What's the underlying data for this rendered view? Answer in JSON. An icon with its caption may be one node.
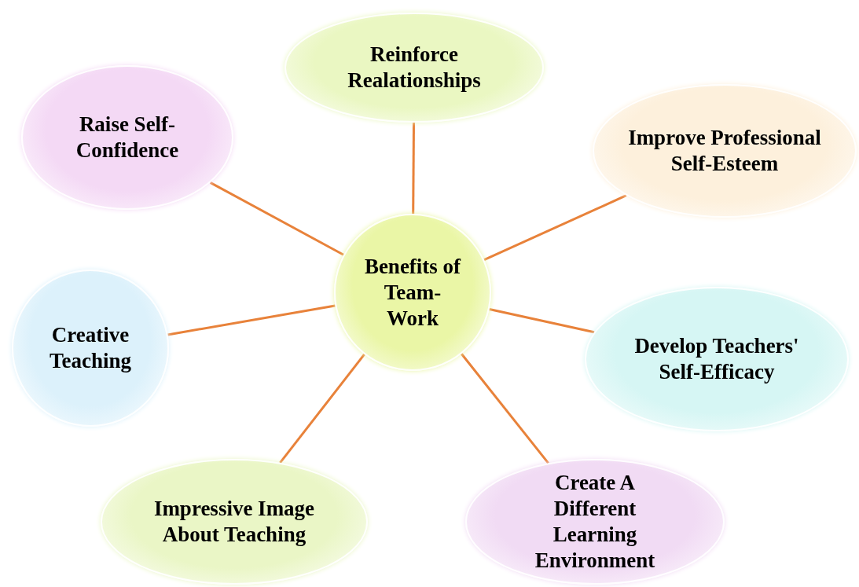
{
  "diagram": {
    "nodes": [
      {
        "text": [
          "Benefits of Team-Work"
        ]
      },
      {
        "text": [
          "Reinforce Realationships"
        ]
      },
      {
        "text": [
          "Improve Professional Self-Esteem"
        ]
      },
      {
        "text": [
          "Develop Teachers' Self-Efficacy"
        ]
      },
      {
        "text": [
          "Create A Different Learning Environment"
        ]
      },
      {
        "text": [
          "Impressive Image About Teaching"
        ]
      },
      {
        "text": [
          "Creative Teaching"
        ]
      },
      {
        "text": [
          "Raise Self-Confidence"
        ]
      }
    ],
    "edges": [
      {
        "from": 0,
        "to": 1,
        "arrow": "none"
      },
      {
        "from": 0,
        "to": 2,
        "arrow": "none"
      },
      {
        "from": 0,
        "to": 3,
        "arrow": "none"
      },
      {
        "from": 0,
        "to": 4,
        "arrow": "none"
      },
      {
        "from": 0,
        "to": 5,
        "arrow": "none"
      },
      {
        "from": 0,
        "to": 6,
        "arrow": "none"
      },
      {
        "from": 0,
        "to": 7,
        "arrow": "none"
      }
    ]
  }
}
